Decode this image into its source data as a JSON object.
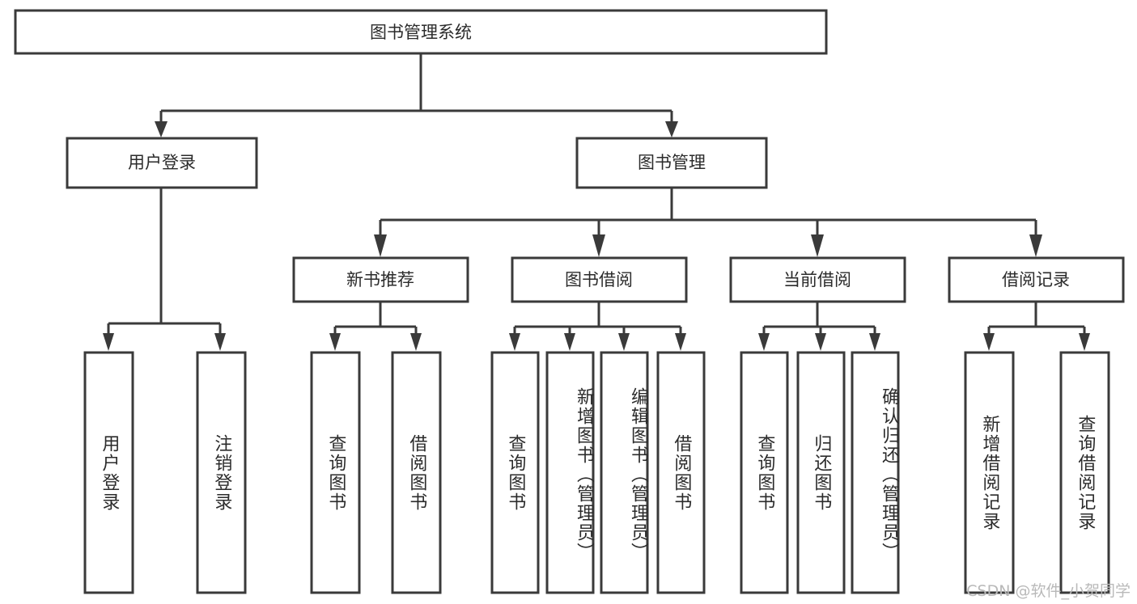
{
  "diagram": {
    "type": "tree-hierarchy-flowchart",
    "title_node": "图书管理系统",
    "colors": {
      "background": "#ffffff",
      "box_fill": "#ffffff",
      "box_stroke": "#3a3a3a",
      "text": "#2b2b2b",
      "watermark": "#b9b9b9"
    },
    "levels": {
      "level1": [
        {
          "id": "root",
          "label": "图书管理系统"
        }
      ],
      "level2": [
        {
          "id": "user-login",
          "label": "用户登录"
        },
        {
          "id": "book-manage",
          "label": "图书管理"
        }
      ],
      "level3": [
        {
          "id": "new-book-rec",
          "label": "新书推荐"
        },
        {
          "id": "book-borrow",
          "label": "图书借阅"
        },
        {
          "id": "current-borrow",
          "label": "当前借阅"
        },
        {
          "id": "borrow-record",
          "label": "借阅记录"
        }
      ],
      "level4": [
        {
          "id": "leaf-user-login",
          "label": "用户登录",
          "parent": "user-login"
        },
        {
          "id": "leaf-logout",
          "label": "注销登录",
          "parent": "user-login"
        },
        {
          "id": "leaf-query-book-1",
          "label": "查询图书",
          "parent": "new-book-rec"
        },
        {
          "id": "leaf-borrow-book-1",
          "label": "借阅图书",
          "parent": "new-book-rec"
        },
        {
          "id": "leaf-query-book-2",
          "label": "查询图书",
          "parent": "book-borrow"
        },
        {
          "id": "leaf-add-book",
          "label": "新增图书（管理员）",
          "parent": "book-borrow"
        },
        {
          "id": "leaf-edit-book",
          "label": "编辑图书（管理员）",
          "parent": "book-borrow"
        },
        {
          "id": "leaf-borrow-book-2",
          "label": "借阅图书",
          "parent": "book-borrow"
        },
        {
          "id": "leaf-query-book-3",
          "label": "查询图书",
          "parent": "current-borrow"
        },
        {
          "id": "leaf-return-book",
          "label": "归还图书",
          "parent": "current-borrow"
        },
        {
          "id": "leaf-confirm-return",
          "label": "确认归还（管理员）",
          "parent": "current-borrow"
        },
        {
          "id": "leaf-add-record",
          "label": "新增借阅记录",
          "parent": "borrow-record"
        },
        {
          "id": "leaf-query-record",
          "label": "查询借阅记录",
          "parent": "borrow-record"
        }
      ]
    },
    "edges": [
      {
        "from": "root",
        "to": "user-login"
      },
      {
        "from": "root",
        "to": "book-manage"
      },
      {
        "from": "user-login",
        "to": "leaf-user-login"
      },
      {
        "from": "user-login",
        "to": "leaf-logout"
      },
      {
        "from": "book-manage",
        "to": "new-book-rec"
      },
      {
        "from": "book-manage",
        "to": "book-borrow"
      },
      {
        "from": "book-manage",
        "to": "current-borrow"
      },
      {
        "from": "book-manage",
        "to": "borrow-record"
      },
      {
        "from": "new-book-rec",
        "to": "leaf-query-book-1"
      },
      {
        "from": "new-book-rec",
        "to": "leaf-borrow-book-1"
      },
      {
        "from": "book-borrow",
        "to": "leaf-query-book-2"
      },
      {
        "from": "book-borrow",
        "to": "leaf-add-book"
      },
      {
        "from": "book-borrow",
        "to": "leaf-edit-book"
      },
      {
        "from": "book-borrow",
        "to": "leaf-borrow-book-2"
      },
      {
        "from": "current-borrow",
        "to": "leaf-query-book-3"
      },
      {
        "from": "current-borrow",
        "to": "leaf-return-book"
      },
      {
        "from": "current-borrow",
        "to": "leaf-confirm-return"
      },
      {
        "from": "borrow-record",
        "to": "leaf-add-record"
      },
      {
        "from": "borrow-record",
        "to": "leaf-query-record"
      }
    ]
  },
  "watermark": {
    "text": "CSDN @软件_小贺同学"
  }
}
